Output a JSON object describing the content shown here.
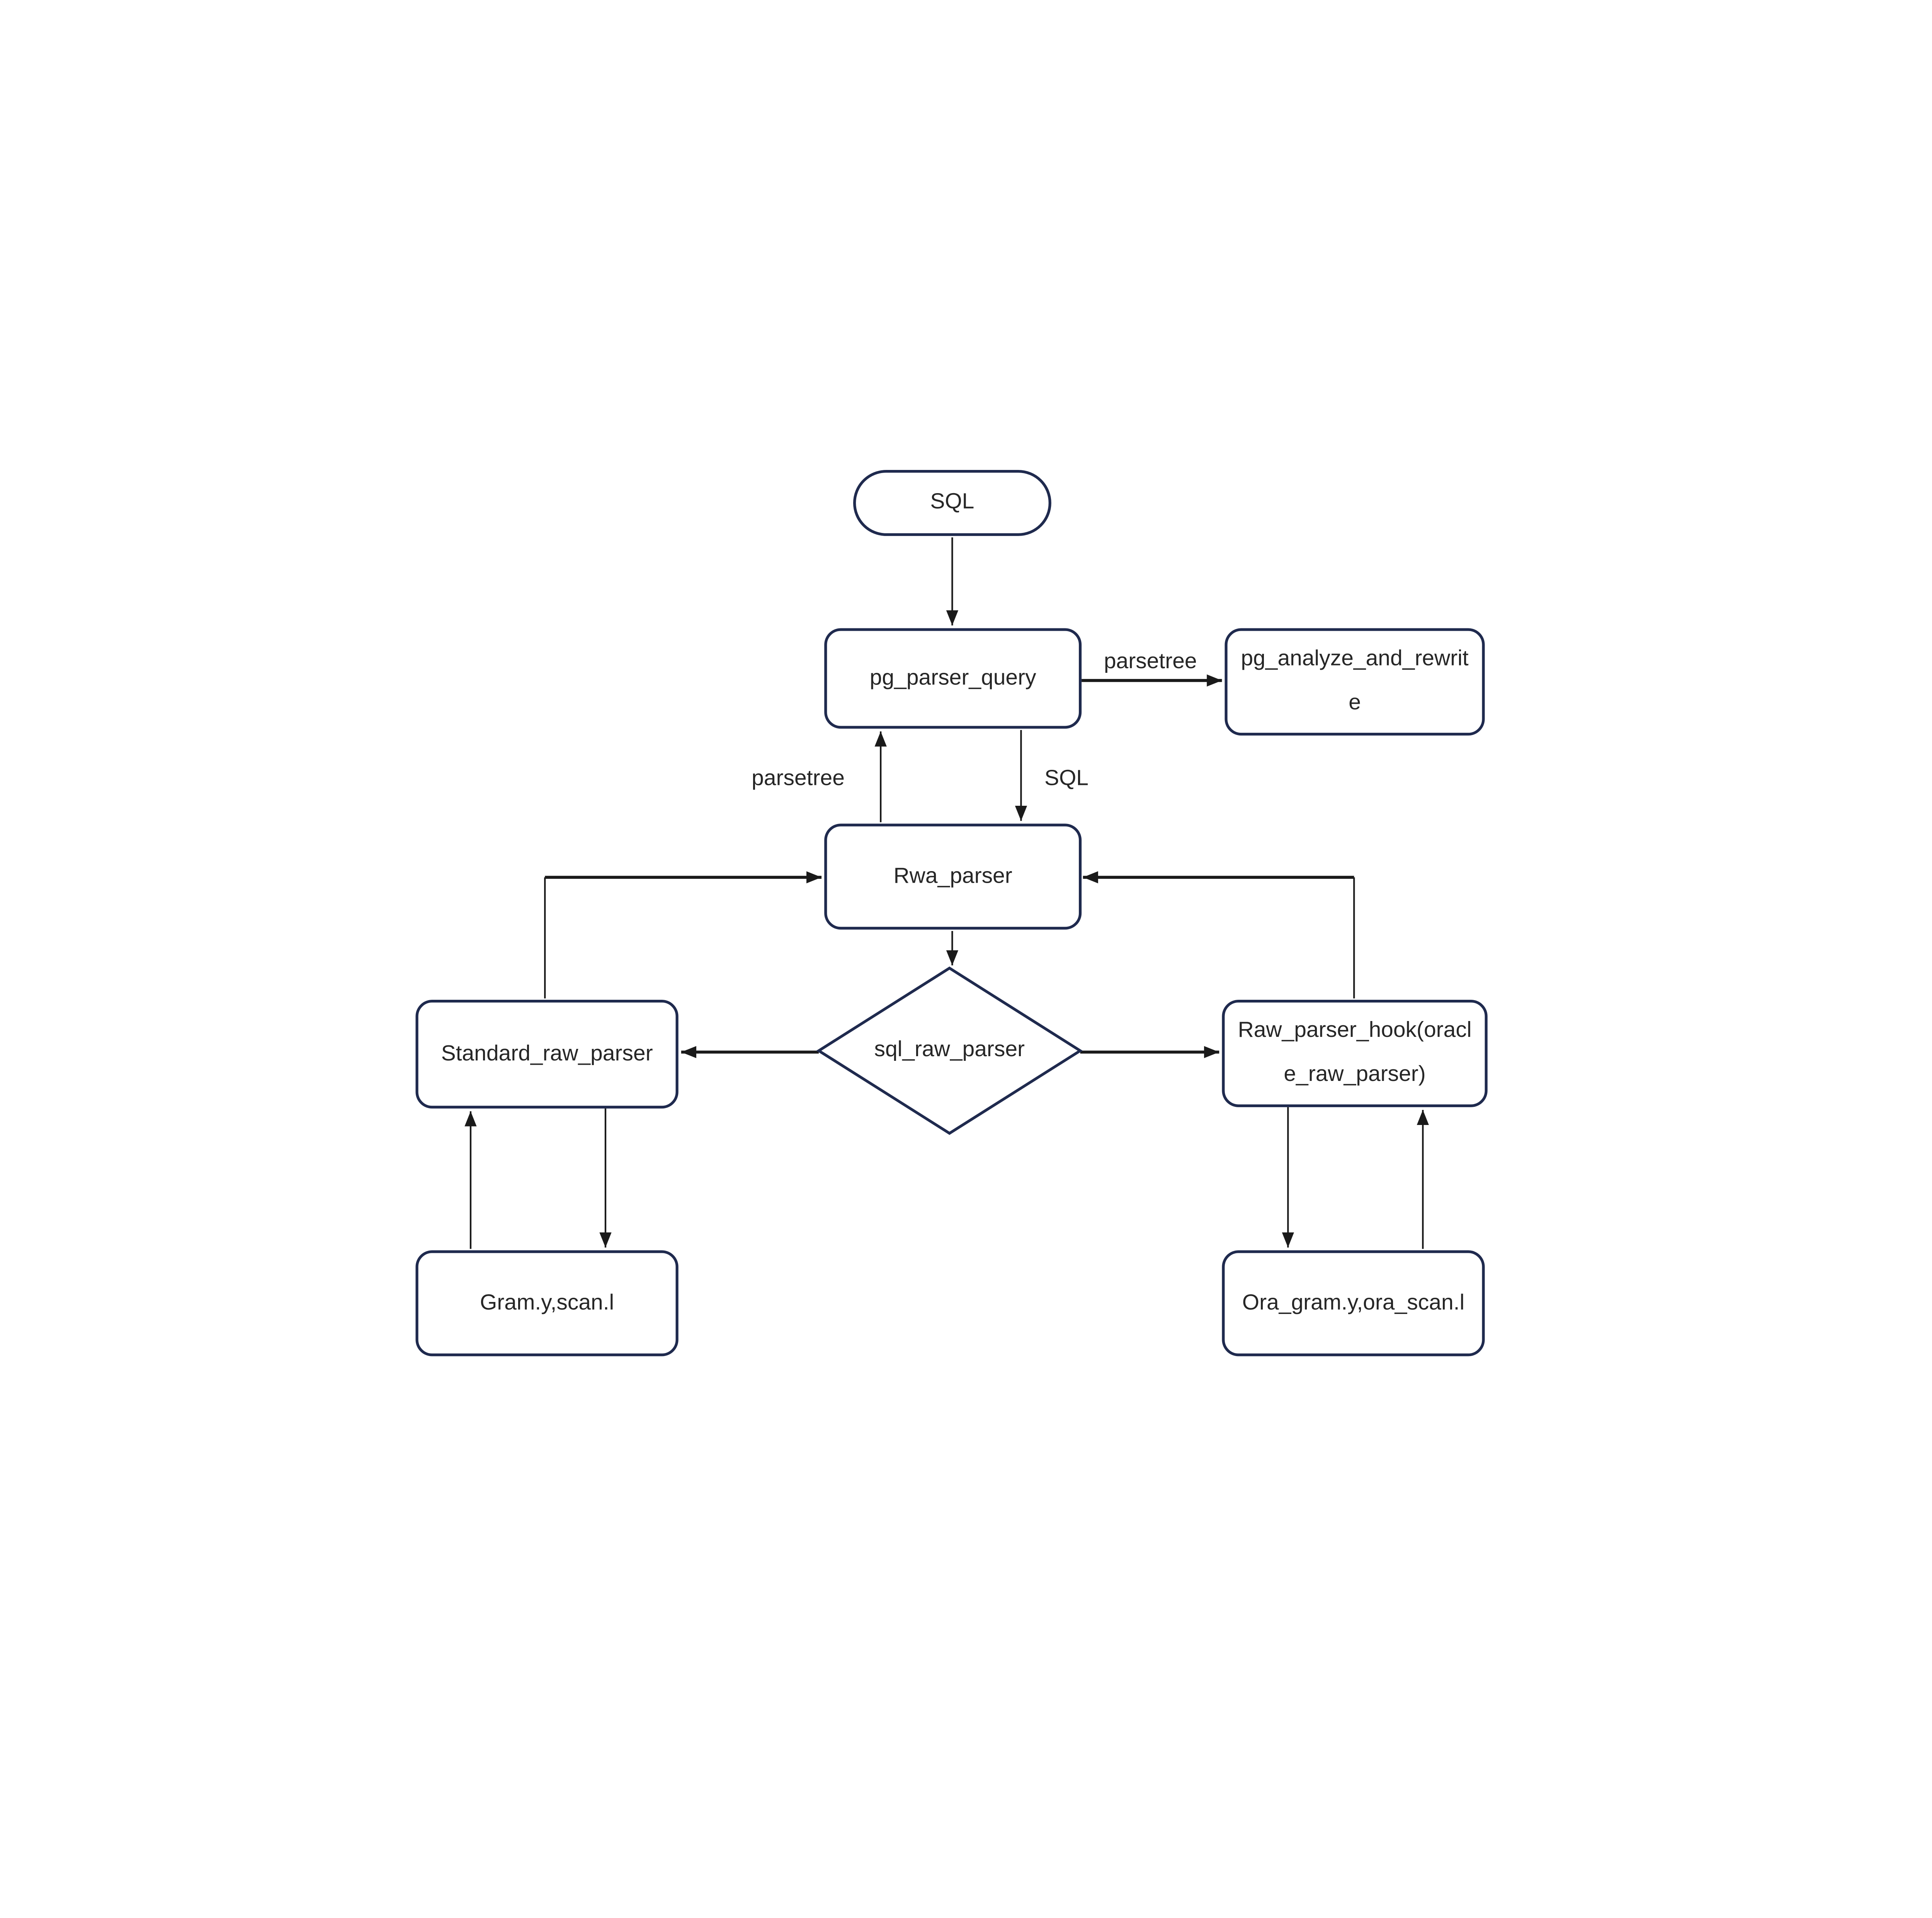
{
  "diagram": {
    "background": "#ffffff",
    "colors": {
      "node_border": "#1f2a4e",
      "connector": "#1a1a1a",
      "text": "#262626"
    },
    "nodes": {
      "sql_start": {
        "label": "SQL",
        "shape": "terminator"
      },
      "pg_parser_query": {
        "label": "pg_parser_query",
        "shape": "process"
      },
      "pg_analyze_and_rewrite": {
        "label": "pg_analyze_and_rewrite",
        "shape": "process"
      },
      "rwa_parser": {
        "label": "Rwa_parser",
        "shape": "process"
      },
      "sql_raw_parser": {
        "label": "sql_raw_parser",
        "shape": "decision"
      },
      "standard_raw_parser": {
        "label": "Standard_raw_parser",
        "shape": "process"
      },
      "raw_parser_hook": {
        "label": "Raw_parser_hook(oracle_raw_parser)",
        "shape": "process"
      },
      "gram_y_scan_l": {
        "label": "Gram.y,scan.l",
        "shape": "process"
      },
      "ora_gram_y_ora_scan_l": {
        "label": "Ora_gram.y,ora_scan.l",
        "shape": "process"
      }
    },
    "edge_labels": {
      "pg_parser_to_analyze": "parsetree",
      "rwa_to_pg_parser": "parsetree",
      "pg_parser_to_rwa": "SQL"
    },
    "edges": [
      {
        "from": "sql_start",
        "to": "pg_parser_query",
        "label": ""
      },
      {
        "from": "pg_parser_query",
        "to": "pg_analyze_and_rewrite",
        "label": "parsetree"
      },
      {
        "from": "rwa_parser",
        "to": "pg_parser_query",
        "label": "parsetree"
      },
      {
        "from": "pg_parser_query",
        "to": "rwa_parser",
        "label": "SQL"
      },
      {
        "from": "rwa_parser",
        "to": "sql_raw_parser",
        "label": ""
      },
      {
        "from": "sql_raw_parser",
        "to": "standard_raw_parser",
        "label": ""
      },
      {
        "from": "sql_raw_parser",
        "to": "raw_parser_hook",
        "label": ""
      },
      {
        "from": "standard_raw_parser",
        "to": "rwa_parser",
        "label": ""
      },
      {
        "from": "raw_parser_hook",
        "to": "rwa_parser",
        "label": ""
      },
      {
        "from": "gram_y_scan_l",
        "to": "standard_raw_parser",
        "label": ""
      },
      {
        "from": "standard_raw_parser",
        "to": "gram_y_scan_l",
        "label": ""
      },
      {
        "from": "raw_parser_hook",
        "to": "ora_gram_y_ora_scan_l",
        "label": ""
      },
      {
        "from": "ora_gram_y_ora_scan_l",
        "to": "raw_parser_hook",
        "label": ""
      }
    ]
  }
}
